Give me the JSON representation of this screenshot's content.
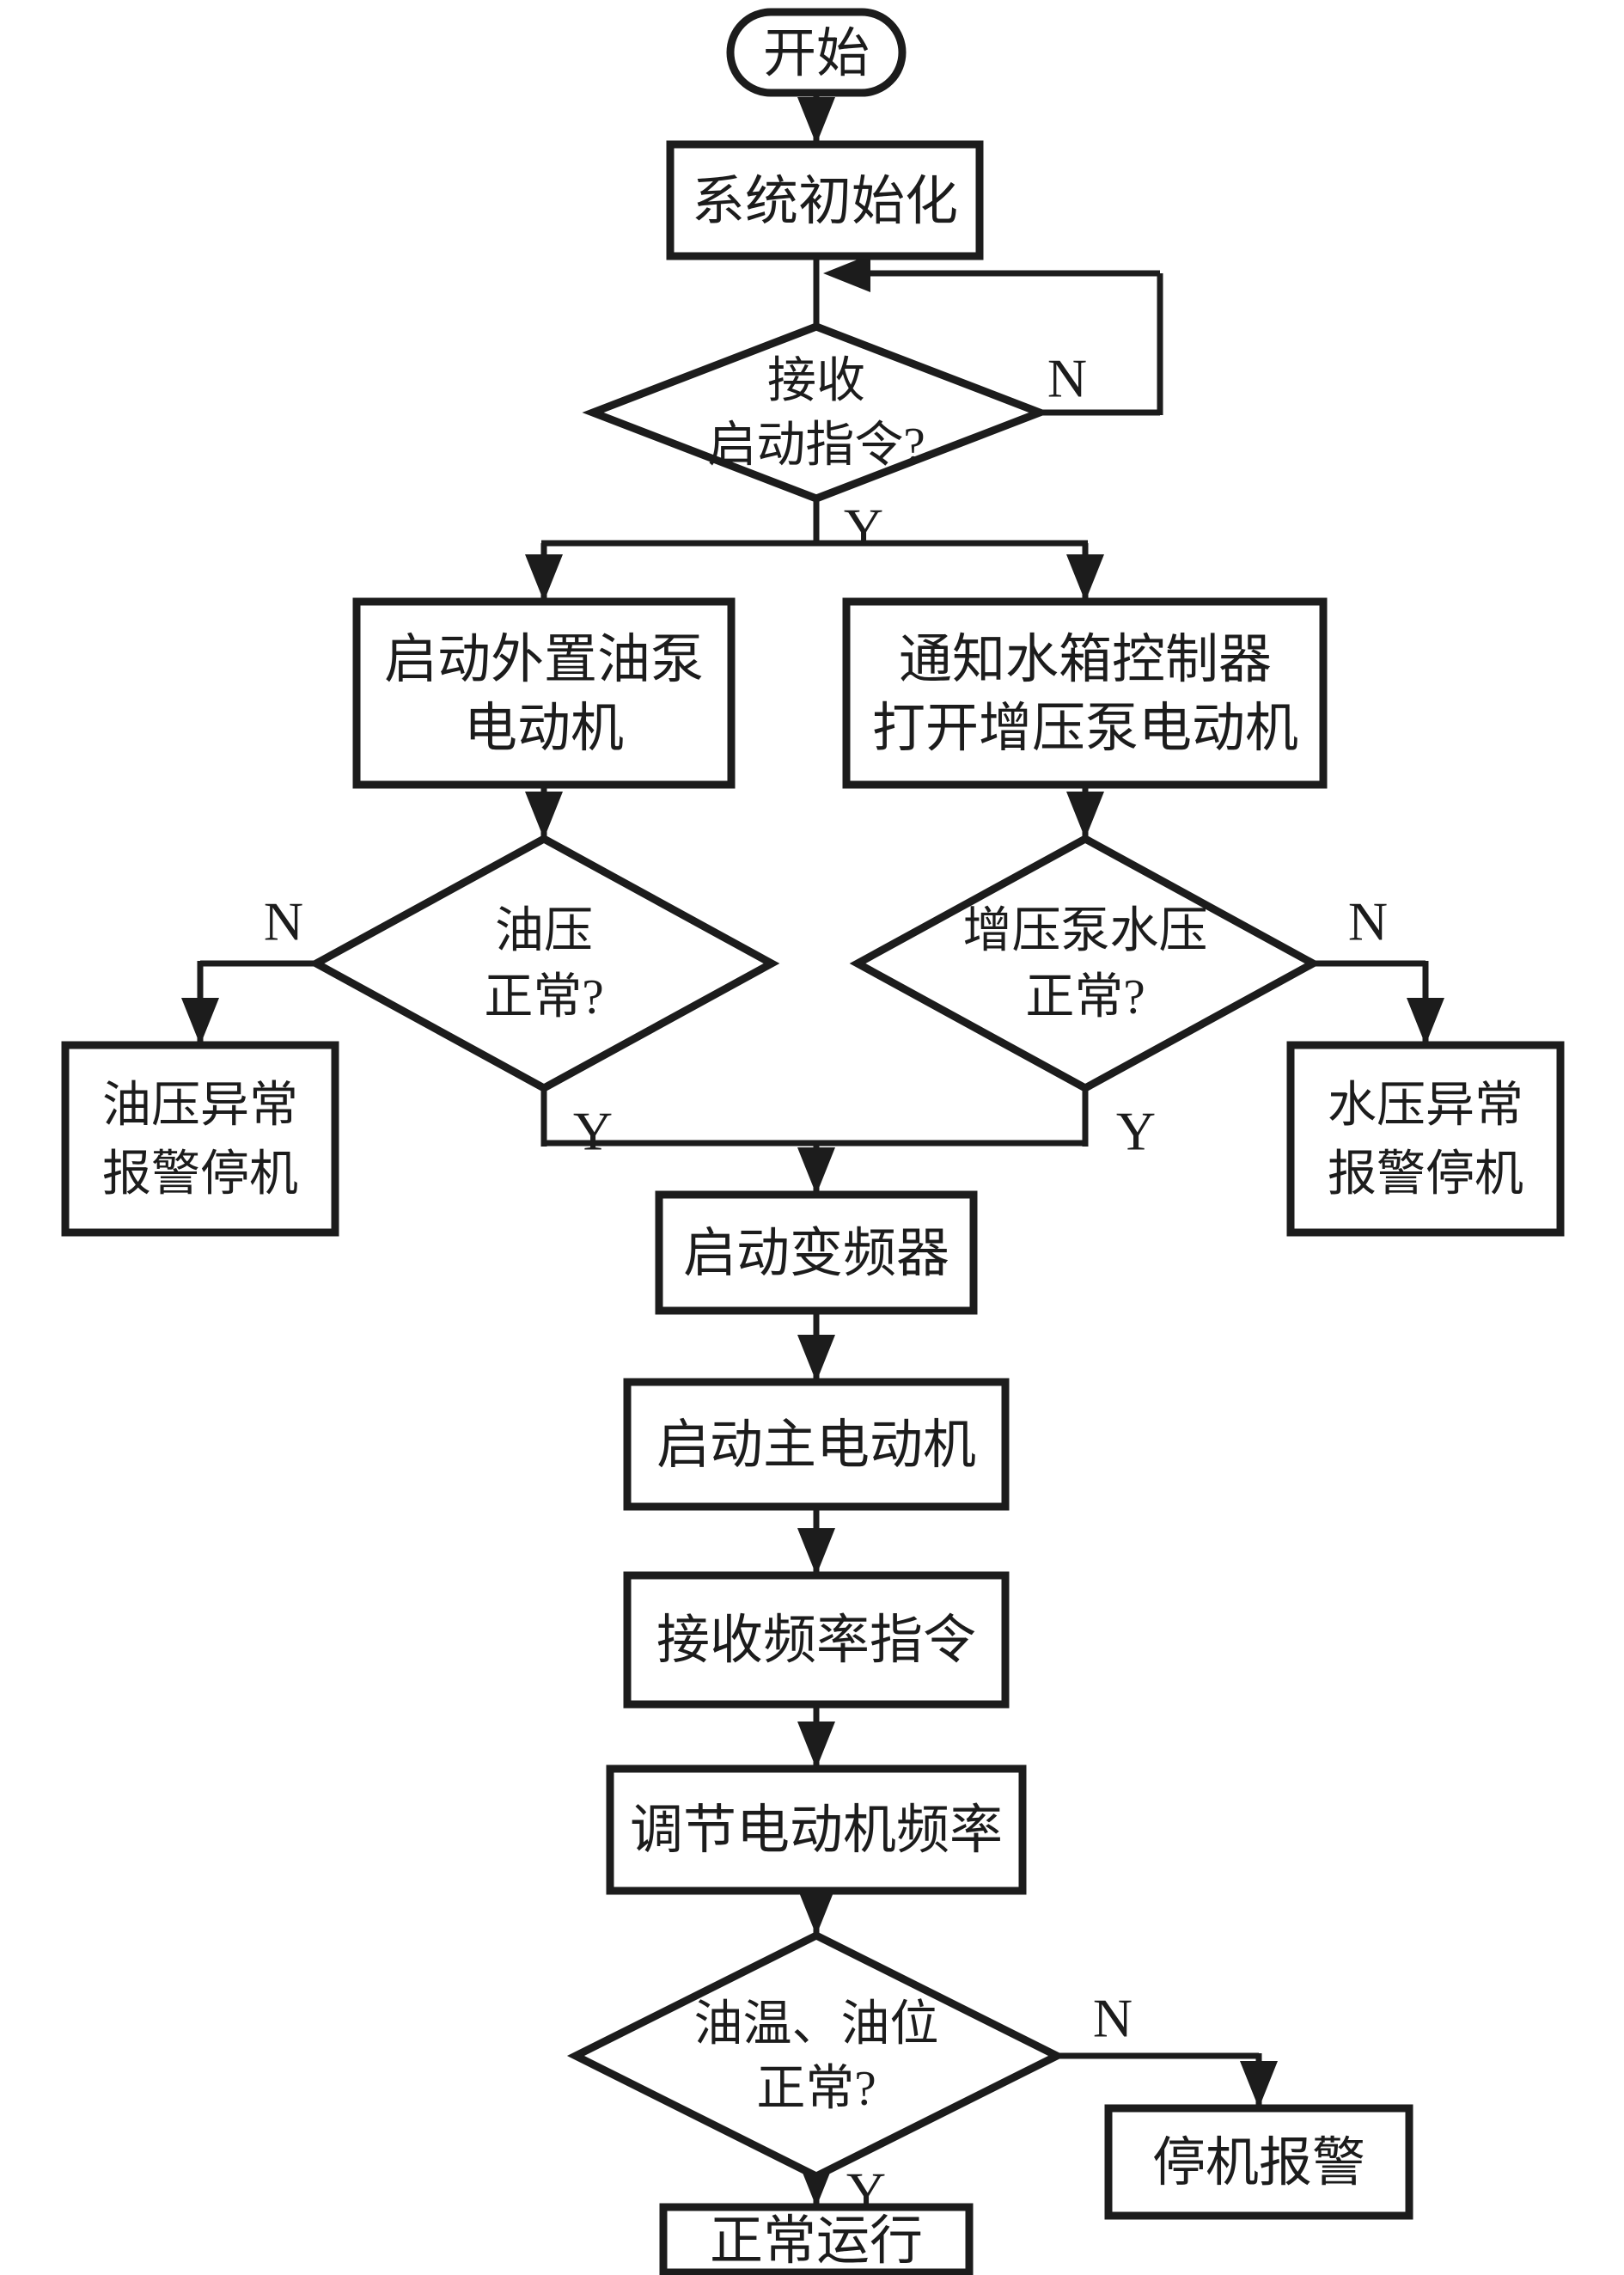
{
  "flowchart": {
    "colors": {
      "line": "#1c1c1c",
      "node_fill": "#ffffff",
      "background": "#ffffff"
    },
    "labels": {
      "yes": "Y",
      "no": "N"
    },
    "nodes": {
      "start": {
        "text": "开始"
      },
      "system_init": {
        "text": "系统初始化"
      },
      "receive_start_cmd": {
        "line1": "接收",
        "line2": "启动指令?"
      },
      "start_external_oil_pump": {
        "line1": "启动外置油泵",
        "line2": "电动机"
      },
      "notify_tank_controller": {
        "line1": "通知水箱控制器",
        "line2": "打开增压泵电动机"
      },
      "oil_pressure_normal": {
        "line1": "油压",
        "line2": "正常?"
      },
      "booster_water_pressure_normal": {
        "line1": "增压泵水压",
        "line2": "正常?"
      },
      "oil_pressure_alarm": {
        "line1": "油压异常",
        "line2": "报警停机"
      },
      "water_pressure_alarm": {
        "line1": "水压异常",
        "line2": "报警停机"
      },
      "start_inverter": {
        "text": "启动变频器"
      },
      "start_main_motor": {
        "text": "启动主电动机"
      },
      "receive_freq_cmd": {
        "text": "接收频率指令"
      },
      "adjust_motor_freq": {
        "text": "调节电动机频率"
      },
      "oil_temp_level_normal": {
        "line1": "油温、油位",
        "line2": "正常?"
      },
      "stop_alarm": {
        "text": "停机报警"
      },
      "normal_operation": {
        "text": "正常运行"
      }
    }
  }
}
